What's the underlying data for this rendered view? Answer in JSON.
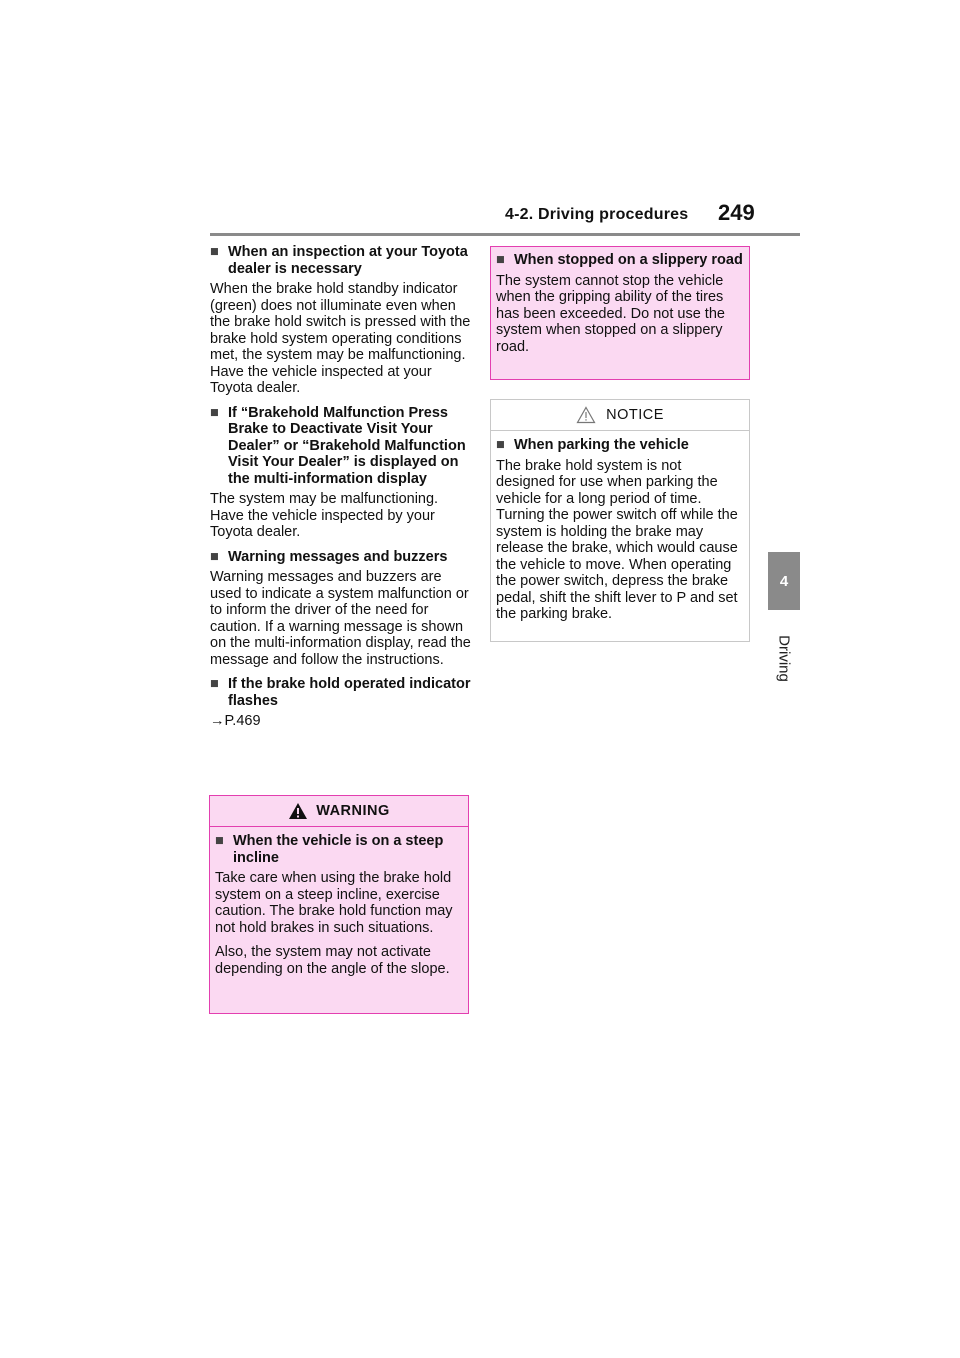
{
  "header": {
    "section": "4-2. Driving procedures",
    "page_number": "249"
  },
  "side_tab": {
    "chapter_number": "4",
    "chapter_label": "Driving"
  },
  "left_column": {
    "s1_heading": "When an inspection at your Toyota dealer is necessary",
    "s1_text": "When the brake hold standby indicator (green) does not illuminate even when the brake hold switch is pressed with the brake hold system operating conditions met, the system may be malfunctioning. Have the vehicle inspected at your Toyota dealer.",
    "s2_heading": "If “Brakehold Malfunction Press Brake to Deactivate Visit Your Dealer” or “Brakehold Malfunction Visit Your Dealer” is displayed on the multi-information display",
    "s2_text": "The system may be malfunctioning. Have the vehicle inspected by your Toyota dealer.",
    "s3_heading": "Warning messages and buzzers",
    "s3_text": "Warning messages and buzzers are used to indicate a system malfunction or to inform the driver of the need for caution. If a warning message is shown on the multi-information display, read the message and follow the instructions.",
    "s4_heading": "If the brake hold operated indicator flashes",
    "s4_ref": "→P.469"
  },
  "warning_box": {
    "title": "WARNING",
    "heading": "When the vehicle is on a steep incline",
    "p1": "Take care when using the brake hold system on a steep incline, exercise caution. The brake hold function may not hold brakes in such situations.",
    "p2": "Also, the system may not activate depending on the angle of the slope."
  },
  "slippery_box": {
    "heading": "When stopped on a slippery road",
    "text": "The system cannot stop the vehicle when the gripping ability of the tires has been exceeded. Do not use the system when stopped on a slippery road."
  },
  "notice_box": {
    "title": "NOTICE",
    "heading": "When parking the vehicle",
    "text": "The brake hold system is not designed for use when parking the vehicle for a long period of time. Turning the power switch off while the system is holding the brake may release the brake, which would cause the vehicle to move. When operating the power switch, depress the brake pedal, shift the shift lever to P and set the parking brake."
  },
  "square_bullet": "■",
  "colors": {
    "warning_bg": "#fbd9f2",
    "warning_border": "#e33fb0",
    "tab_gray": "#8a8a8a",
    "notice_border": "#c8c8c8"
  }
}
